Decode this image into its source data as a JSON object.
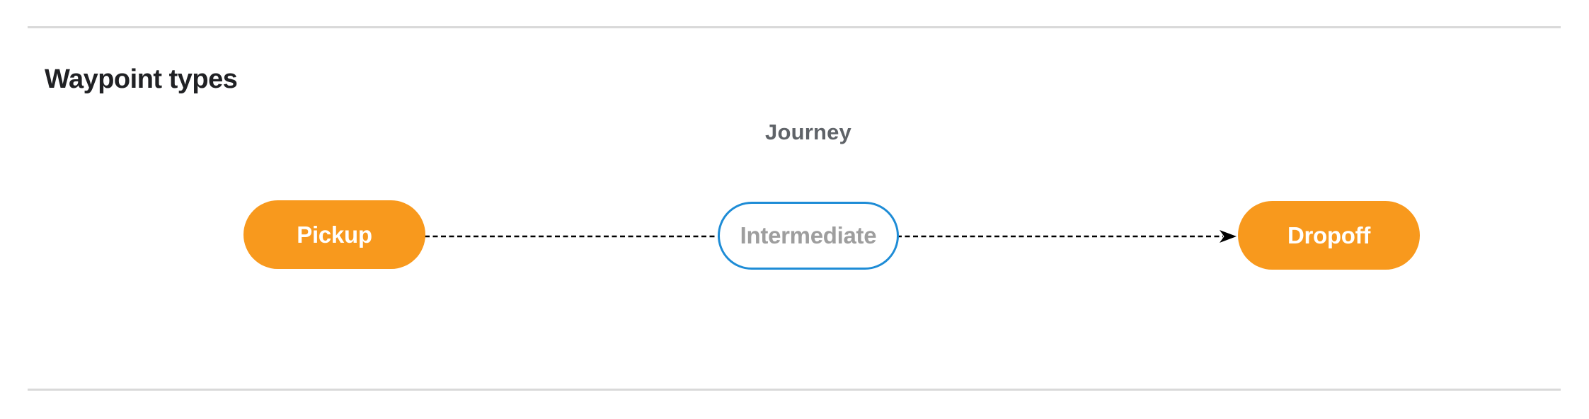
{
  "page": {
    "heading": "Waypoint types"
  },
  "diagram": {
    "caption": "Journey",
    "nodes": [
      {
        "id": "pickup",
        "label": "Pickup",
        "type": "terminal",
        "fill": "#F8991D",
        "text_color": "#FFFFFF"
      },
      {
        "id": "intermediate",
        "label": "Intermediate",
        "type": "intermediate",
        "fill": "#FFFFFF",
        "border_color": "#1E8CD6",
        "text_color": "#9E9E9E"
      },
      {
        "id": "dropoff",
        "label": "Dropoff",
        "type": "terminal",
        "fill": "#F8991D",
        "text_color": "#FFFFFF"
      }
    ],
    "edges": [
      {
        "from": "pickup",
        "to": "dropoff",
        "style": "dashed",
        "arrowhead": "end",
        "color": "#000000"
      }
    ]
  },
  "colors": {
    "background": "#FFFFFF",
    "divider": "#D9D9D9",
    "heading_text": "#202124",
    "caption_text": "#5F6368",
    "node_orange": "#F8991D",
    "node_blue_border": "#1E8CD6",
    "edge_black": "#000000"
  }
}
